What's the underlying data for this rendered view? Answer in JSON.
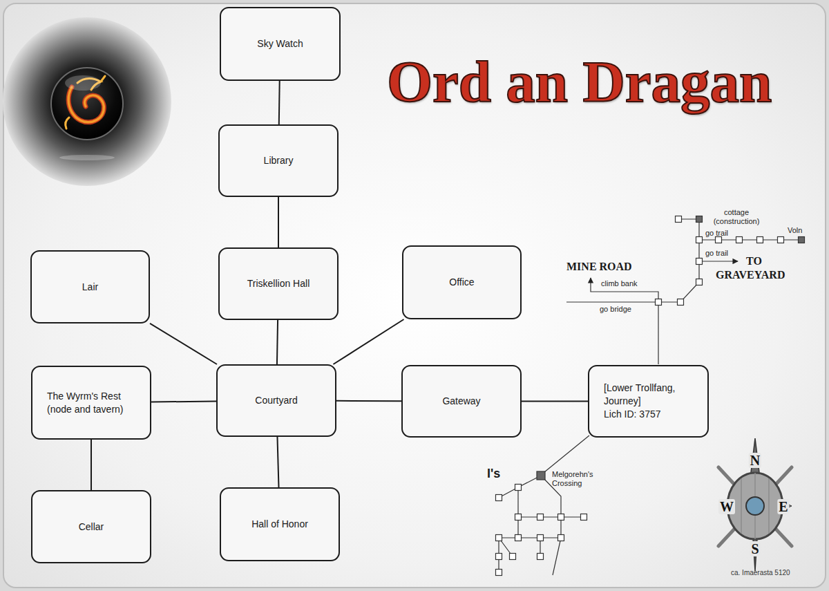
{
  "diagram": {
    "title": "Ord an Dragan",
    "nodes": [
      {
        "text": [
          "Sky Watch"
        ]
      },
      {
        "text": [
          "Library"
        ]
      },
      {
        "text": [
          "Lair"
        ]
      },
      {
        "text": [
          "Triskellion Hall"
        ]
      },
      {
        "text": [
          "Office"
        ]
      },
      {
        "text": [
          "The Wyrm's Rest (node and tavern)"
        ]
      },
      {
        "text": [
          "Courtyard"
        ]
      },
      {
        "text": [
          "Gateway"
        ]
      },
      {
        "text": [
          "[Lower Trollfang, Journey]",
          "Lich ID: 3757"
        ]
      },
      {
        "text": [
          "Cellar"
        ]
      },
      {
        "text": [
          "Hall of Honor"
        ]
      }
    ],
    "edges": [
      {
        "from": 0,
        "to": 1,
        "arrow": "none"
      },
      {
        "from": 1,
        "to": 3,
        "arrow": "none"
      },
      {
        "from": 3,
        "to": 6,
        "arrow": "none"
      },
      {
        "from": 2,
        "to": 6,
        "arrow": "none"
      },
      {
        "from": 4,
        "to": 6,
        "arrow": "none"
      },
      {
        "from": 5,
        "to": 6,
        "arrow": "none"
      },
      {
        "from": 6,
        "to": 7,
        "arrow": "none"
      },
      {
        "from": 7,
        "to": 8,
        "arrow": "none"
      },
      {
        "from": 5,
        "to": 9,
        "arrow": "none"
      },
      {
        "from": 6,
        "to": 10,
        "arrow": "none"
      }
    ],
    "labels": [
      "cottage (construction)",
      "go trail",
      "Voln",
      "go trail",
      "TO GRAVEYARD",
      "MINE ROAD",
      "climb bank",
      "go bridge",
      "Melgorehn's Crossing",
      "I's",
      "N",
      "W",
      "E",
      "S",
      "ca. Imaerasta 5120"
    ]
  }
}
